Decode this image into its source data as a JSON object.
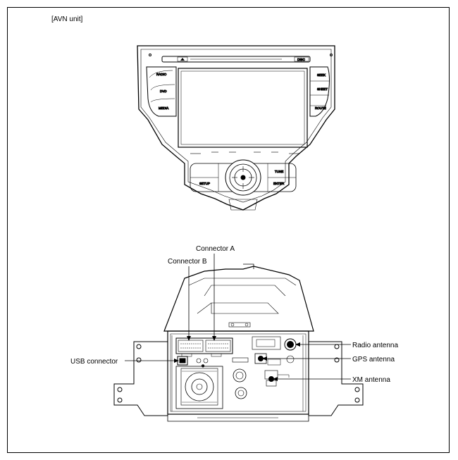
{
  "title": "[AVN unit]",
  "front_panel": {
    "left_buttons": [
      "RADIO",
      "DVD",
      "MEDIA"
    ],
    "right_buttons": [
      "SEEK",
      "SHEET",
      "ROUTE"
    ],
    "top_left_icon": "eject",
    "top_right_label": "DISC",
    "bottom_left_buttons": [
      "SETUP"
    ],
    "bottom_right_buttons": [
      "TUNE",
      "ENTER"
    ]
  },
  "callouts": {
    "connector_a": "Connector A",
    "connector_b": "Connector B",
    "usb_connector": "USB connector",
    "radio_antenna": "Radio antenna",
    "gps_antenna": "GPS antenna",
    "xm_antenna": "XM antenna"
  }
}
